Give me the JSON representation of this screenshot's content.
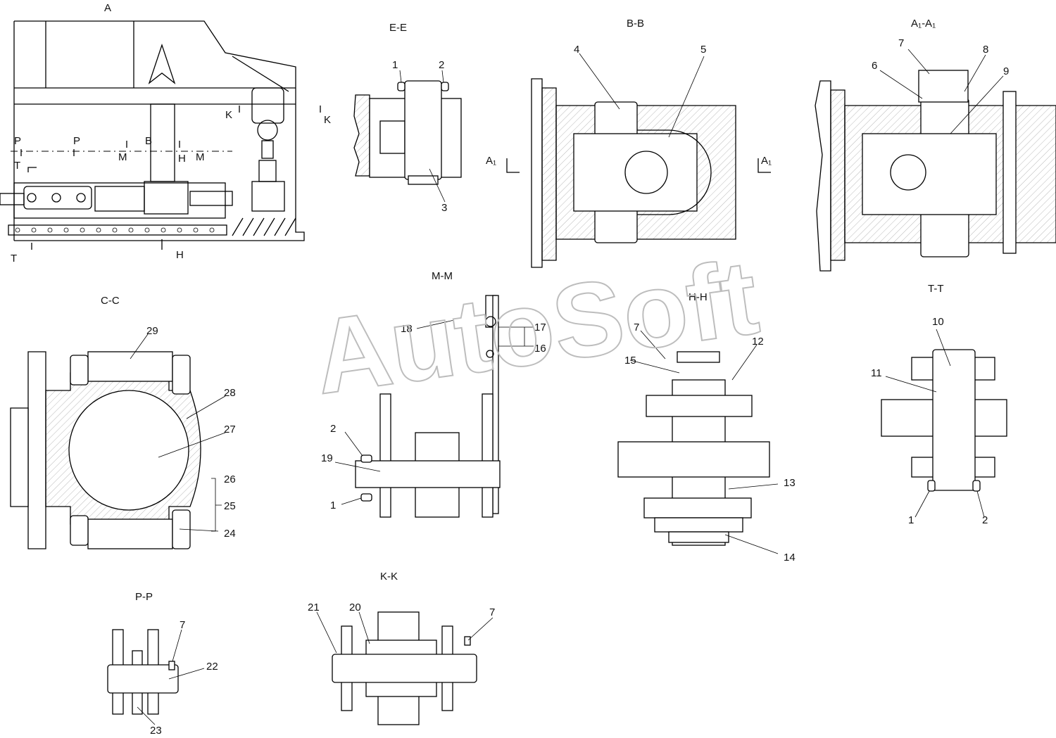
{
  "watermark": "AutoSoft",
  "views": {
    "A": "A",
    "EE": "E-E",
    "BB": "B-B",
    "A1A1": "A₁-A₁",
    "CC": "C-C",
    "MM": "M-M",
    "HH": "H-H",
    "TT": "T-T",
    "PP": "P-P",
    "KK": "K-K"
  },
  "section_marks": {
    "P": "P",
    "T": "T",
    "M": "M",
    "H": "H",
    "K": "K",
    "B": "B",
    "A1": "A₁"
  },
  "callouts": [
    "1",
    "2",
    "3",
    "4",
    "5",
    "6",
    "7",
    "8",
    "9",
    "10",
    "11",
    "12",
    "13",
    "14",
    "15",
    "16",
    "17",
    "18",
    "19",
    "20",
    "21",
    "22",
    "23",
    "24",
    "25",
    "26",
    "27",
    "28",
    "29"
  ]
}
